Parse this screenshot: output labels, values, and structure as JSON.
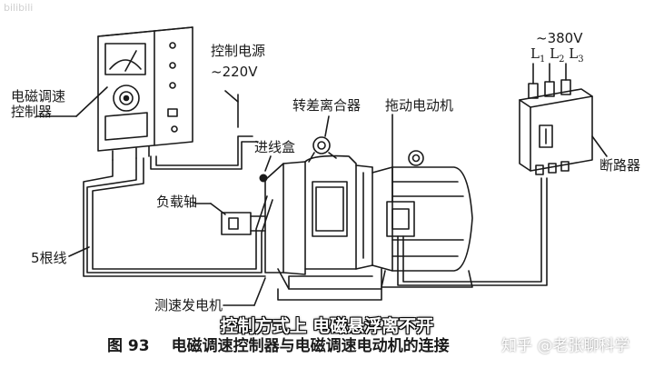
{
  "labels": {
    "controller": [
      "电磁调速",
      "控制器"
    ],
    "power_supply": [
      "控制电源",
      "~220V"
    ],
    "slip_clutch": "转差离合器",
    "drive_motor": "拖动电动机",
    "junction_box": "进线盒",
    "load_shaft": "负载轴",
    "five_wires": "5根线",
    "tach_generator": "测速发电机",
    "three_phase": "~380V",
    "breaker": "断路器"
  },
  "phases": [
    "L",
    "1",
    "L",
    "2",
    "L",
    "3"
  ],
  "caption": {
    "figure": "图 93",
    "text": "电磁调速控制器与电磁调速电动机的连接"
  },
  "subtitle": "控制方式上 电磁悬浮离不开",
  "watermark": {
    "right": "知乎 @老张聊科学",
    "left": "bilibili"
  },
  "colors": {
    "line": "#1a1a1a",
    "subtitle_text": "#ffffff"
  }
}
